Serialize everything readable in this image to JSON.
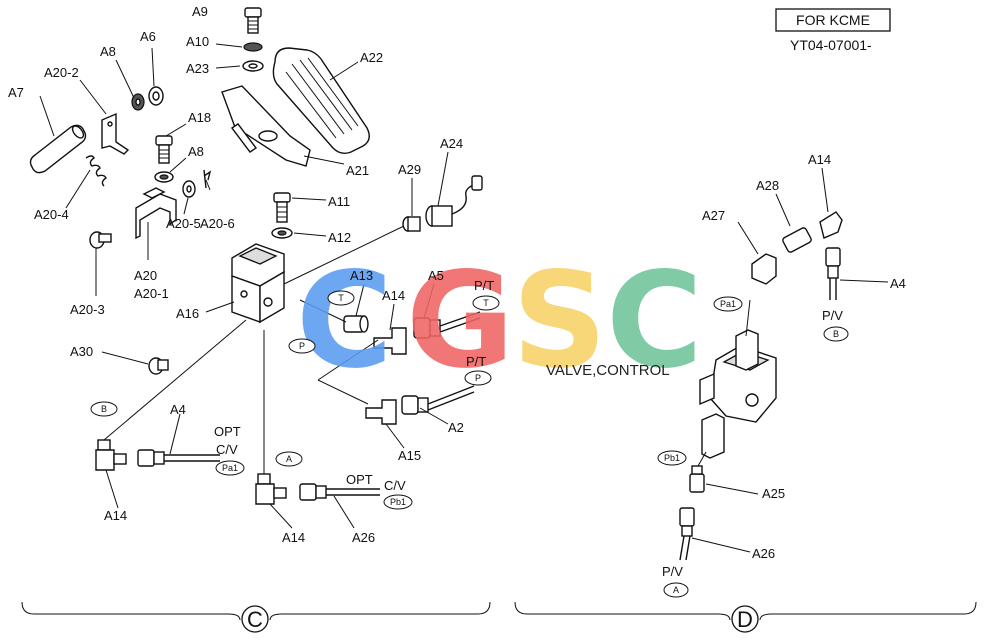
{
  "header": {
    "model_box": "FOR KCME",
    "part_code": "YT04-07001-"
  },
  "watermark": {
    "letters": [
      "C",
      "G",
      "S",
      "C"
    ],
    "colors": [
      "#5b9cf0",
      "#f06565",
      "#f7d266",
      "#6fc49a"
    ],
    "subtitle": "VALVE,CONTROL"
  },
  "sections": {
    "left": "C",
    "right": "D"
  },
  "labels": {
    "A9": "A9",
    "A10": "A10",
    "A23": "A23",
    "A22": "A22",
    "A21": "A21",
    "A8_top": "A8",
    "A6": "A6",
    "A20_2": "A20-2",
    "A7": "A7",
    "A18": "A18",
    "A8_mid": "A8",
    "A20_4": "A20-4",
    "A20_6": "A20-6",
    "A20_5": "A20-5",
    "A20": "A20",
    "A20_1": "A20-1",
    "A20_3": "A20-3",
    "A29": "A29",
    "A24": "A24",
    "A11": "A11",
    "A12": "A12",
    "A16": "A16",
    "A13": "A13",
    "A14_c": "A14",
    "A5": "A5",
    "PT_top": "P/T",
    "PT_mid": "P/T",
    "A30": "A30",
    "A15": "A15",
    "A2": "A2",
    "A4_c": "A4",
    "OPT_1": "OPT",
    "CV_1": "C/V",
    "A14_left": "A14",
    "A14_bottom": "A14",
    "OPT_2": "OPT",
    "CV_2": "C/V",
    "A26_c": "A26",
    "A14_d": "A14",
    "A28": "A28",
    "A27": "A27",
    "A4_d": "A4",
    "PV_top": "P/V",
    "A25": "A25",
    "A26_d": "A26",
    "PV_bottom": "P/V"
  },
  "port_tags": {
    "T_left": "T",
    "T_right": "T",
    "P_left": "P",
    "P_right": "P",
    "B_left": "B",
    "A_left": "A",
    "Pa1_left": "Pa1",
    "Pb1_left": "Pb1",
    "Pa1_right": "Pa1",
    "B_right": "B",
    "Pb1_right": "Pb1",
    "A_right": "A"
  }
}
